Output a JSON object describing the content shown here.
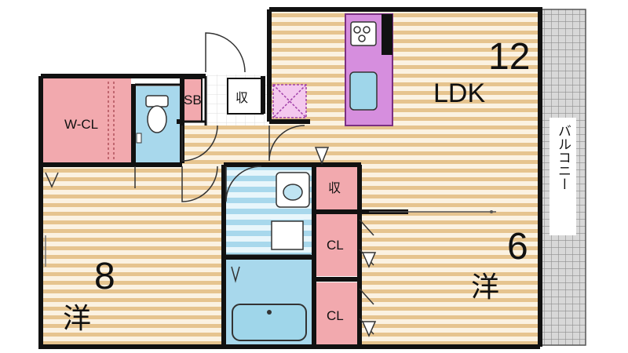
{
  "rooms": {
    "ldk_size": "12",
    "ldk_name": "LDK",
    "western_large_size": "8",
    "western_large_name": "洋",
    "western_small_size": "6",
    "western_small_name": "洋",
    "walk_in_closet": "W-CL",
    "shoe_box": "SB",
    "storage_top": "収",
    "storage_mid": "収",
    "closet_upper": "CL",
    "closet_lower": "CL",
    "balcony": "バルコニー"
  },
  "colors": {
    "floor_stripe": "#e6c48f",
    "floor_base": "#fbf2e2",
    "wet_area": "#a8d8ec",
    "wet_stripe": "#e8f6fb",
    "closet": "#f2a9ae",
    "kitchen": "#d68ede",
    "sink": "#9fd6ea",
    "wall": "#111111",
    "balcony_grid": "#9a9a9a"
  }
}
